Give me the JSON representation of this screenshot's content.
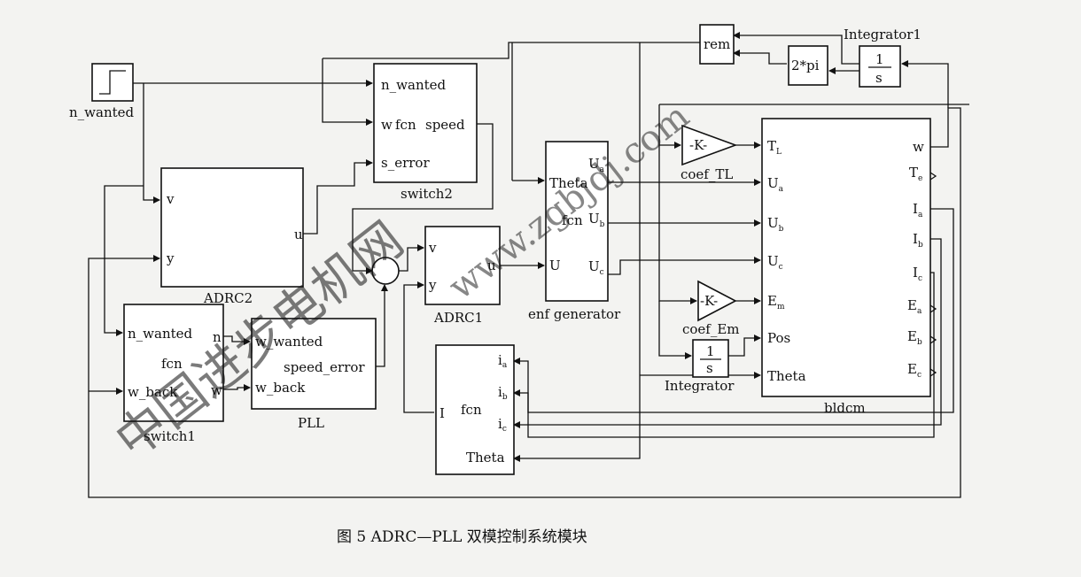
{
  "blocks": {
    "n_wanted_source": {
      "label": "n_wanted"
    },
    "switch2": {
      "label": "switch2",
      "ports_in": [
        "n_wanted",
        "w",
        "s_error"
      ],
      "fcn": "fcn",
      "port_out": "speed"
    },
    "adrc2": {
      "label": "ADRC2",
      "ports_in": [
        "v",
        "y"
      ],
      "port_out": "u"
    },
    "switch1": {
      "label": "switch1",
      "ports_in": [
        "n_wanted",
        "w_back"
      ],
      "fcn": "fcn",
      "ports_out": [
        "n",
        "w"
      ]
    },
    "pll": {
      "label": "PLL",
      "ports_in": [
        "w_wanted",
        "w_back"
      ],
      "port_out": "speed_error"
    },
    "adrc1": {
      "label": "ADRC1",
      "ports_in": [
        "v",
        "y"
      ],
      "port_out": "u"
    },
    "current_fcn": {
      "fcn": "fcn",
      "port_in": "I",
      "ports_out": [
        "i",
        "i",
        "i",
        "Theta"
      ],
      "subs": [
        "a",
        "b",
        "c"
      ]
    },
    "emf_generator": {
      "label": "enf generator",
      "fcn": "fcn",
      "ports_in": [
        "Theta",
        "U"
      ],
      "ports_out": [
        "U",
        "U",
        "U"
      ],
      "subs": [
        "a",
        "b",
        "c"
      ]
    },
    "rem": {
      "label": "rem"
    },
    "two_pi": {
      "label": "2*pi"
    },
    "integrator1": {
      "label": "Integrator1",
      "num": "1",
      "den": "s"
    },
    "coef_tl": {
      "label": "coef_TL",
      "gain": "-K-"
    },
    "coef_em": {
      "label": "coef_Em",
      "gain": "-K-"
    },
    "integrator": {
      "label": "Integrator",
      "num": "1",
      "den": "s"
    },
    "bldcm": {
      "label": "bldcm",
      "ports_in": [
        "T",
        "U",
        "U",
        "U",
        "E",
        "Pos",
        "Theta"
      ],
      "ports_in_subs": [
        "L",
        "a",
        "b",
        "c",
        "m",
        "",
        ""
      ],
      "ports_out": [
        "w",
        "T",
        "I",
        "I",
        "I",
        "E",
        "E",
        "E"
      ],
      "ports_out_subs": [
        "",
        "e",
        "a",
        "b",
        "c",
        "a",
        "b",
        "c"
      ]
    }
  },
  "caption": "图 5   ADRC—PLL 双模控制系统模块",
  "watermark": {
    "chinese": "中国进步电机网",
    "url": "www.zgbjdj.com"
  }
}
